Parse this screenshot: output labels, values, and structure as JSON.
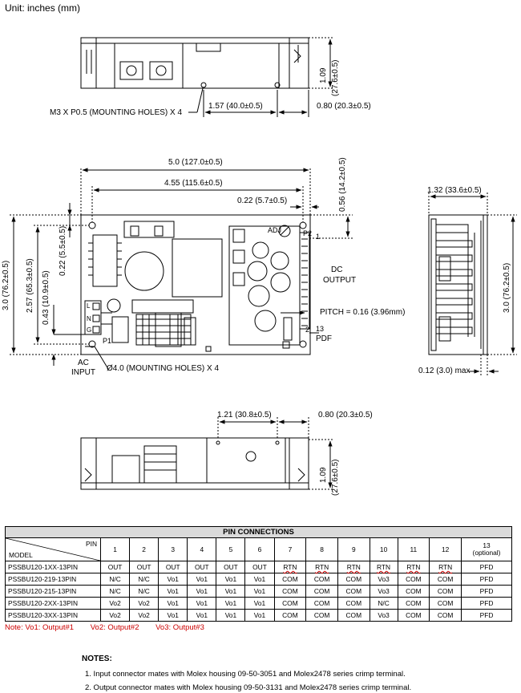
{
  "unit_label": "Unit: inches (mm)",
  "top_view": {
    "dim_height": "1.09",
    "dim_height_mm": "(27.6±0.5)",
    "dim_hole_pos": "1.57 (40.0±0.5)",
    "dim_right": "0.80 (20.3±0.5)",
    "mounting_note": "M3 X P0.5 (MOUNTING HOLES) X 4"
  },
  "main_view": {
    "dim_width": "5.0 (127.0±0.5)",
    "dim_hole_span": "4.55 (115.6±0.5)",
    "dim_p2_offset": "0.22 (5.7±0.5)",
    "dim_top_offset": "0.56 (14.2±0.5)",
    "dim_total_height": "3.0 (76.2±0.5)",
    "dim_hole_height": "2.57 (65.3±0.5)",
    "dim_left_offset": "0.22 (5.5±0.5)",
    "dim_input_offset": "0.43 (10.9±0.5)",
    "label_adj": "ADJ",
    "label_p2": "P2",
    "label_pin1": "1",
    "label_pin2": "2",
    "label_pin13": "13",
    "label_pdf": "PDF",
    "label_p1": "P1",
    "label_l": "L",
    "label_n": "N",
    "label_g": "G",
    "label_dc": "DC",
    "label_output": "OUTPUT",
    "label_pitch": "PITCH = 0.16 (3.96mm)",
    "label_ac": "AC",
    "label_input": "INPUT",
    "hole_note": "Ø4.0 (MOUNTING HOLES) X 4"
  },
  "side_view": {
    "dim_depth": "1.32 (33.6±0.5)",
    "dim_height": "3.0 (76.2±0.5)",
    "dim_max": "0.12 (3.0) max"
  },
  "bottom_view": {
    "dim_hole": "1.21 (30.8±0.5)",
    "dim_right": "0.80 (20.3±0.5)",
    "dim_height": "1.09",
    "dim_height_mm": "(27.6±0.5)"
  },
  "table": {
    "title": "PIN CONNECTIONS",
    "pin_label": "PIN",
    "model_label": "MODEL",
    "pins": [
      "1",
      "2",
      "3",
      "4",
      "5",
      "6",
      "7",
      "8",
      "9",
      "10",
      "11",
      "12"
    ],
    "pin13": "13",
    "pin13_sub": "(optional)",
    "rows": [
      {
        "model": "PSSBU120-1XX-13PIN",
        "cells": [
          "OUT",
          "OUT",
          "OUT",
          "OUT",
          "OUT",
          "OUT",
          "RTN",
          "RTN",
          "RTN",
          "RTN",
          "RTN",
          "RTN",
          "PFD"
        ]
      },
      {
        "model": "PSSBU120-219-13PIN",
        "cells": [
          "N/C",
          "N/C",
          "Vo1",
          "Vo1",
          "Vo1",
          "Vo1",
          "COM",
          "COM",
          "COM",
          "Vo3",
          "COM",
          "COM",
          "PFD"
        ]
      },
      {
        "model": "PSSBU120-215-13PIN",
        "cells": [
          "N/C",
          "N/C",
          "Vo1",
          "Vo1",
          "Vo1",
          "Vo1",
          "COM",
          "COM",
          "COM",
          "Vo3",
          "COM",
          "COM",
          "PFD"
        ]
      },
      {
        "model": "PSSBU120-2XX-13PIN",
        "cells": [
          "Vo2",
          "Vo2",
          "Vo1",
          "Vo1",
          "Vo1",
          "Vo1",
          "COM",
          "COM",
          "COM",
          "N/C",
          "COM",
          "COM",
          "PFD"
        ]
      },
      {
        "model": "PSSBU120-3XX-13PIN",
        "cells": [
          "Vo2",
          "Vo2",
          "Vo1",
          "Vo1",
          "Vo1",
          "Vo1",
          "COM",
          "COM",
          "COM",
          "Vo3",
          "COM",
          "COM",
          "PFD"
        ]
      }
    ]
  },
  "note": {
    "prefix": "Note:  Vo1: Output#1",
    "vo2": "Vo2: Output#2",
    "vo3": "Vo3: Output#3",
    "color": "#cc0000"
  },
  "notes": {
    "title": "NOTES:",
    "items": [
      "1. Input connector mates with Molex housing 09-50-3051 and Molex2478 series crimp terminal.",
      "2. Output connector mates with Molex housing 09-50-3131 and Molex2478 series crimp terminal."
    ]
  }
}
